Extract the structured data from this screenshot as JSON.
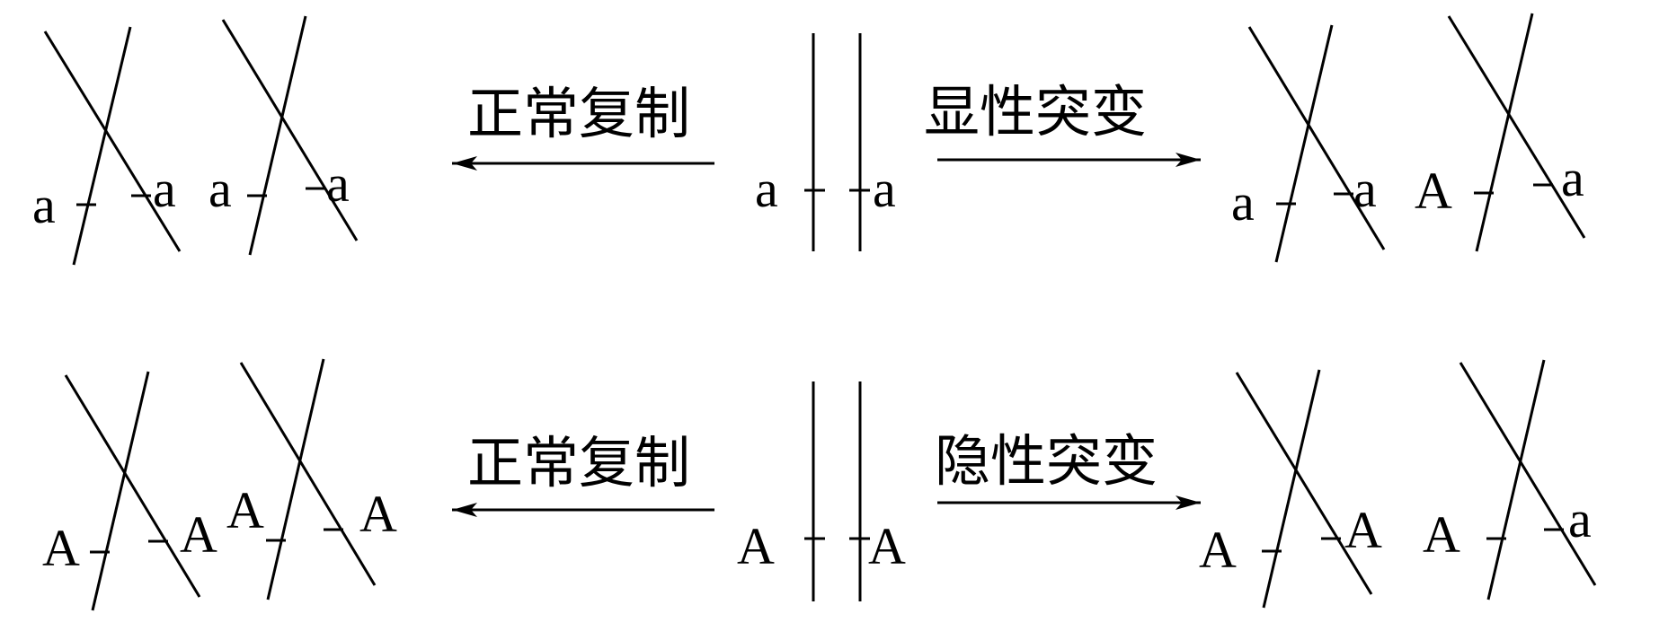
{
  "rows": [
    {
      "left_caption": "正常复制",
      "right_caption": "显性突变",
      "center_alleles": [
        "a",
        "a"
      ],
      "left_alleles": [
        "a",
        "a",
        "a",
        "a"
      ],
      "right_alleles": [
        "a",
        "a",
        "A",
        "a"
      ]
    },
    {
      "left_caption": "正常复制",
      "right_caption": "隐性突变",
      "center_alleles": [
        "A",
        "A"
      ],
      "left_alleles": [
        "A",
        "A",
        "A",
        "A"
      ],
      "right_alleles": [
        "A",
        "A",
        "A",
        "a"
      ]
    }
  ]
}
